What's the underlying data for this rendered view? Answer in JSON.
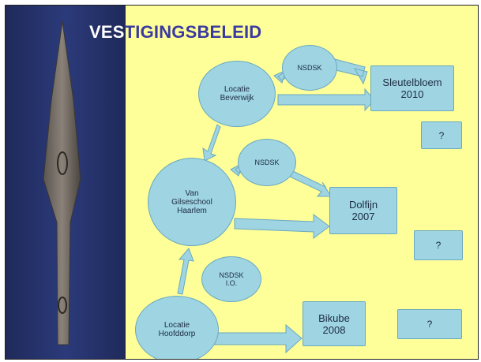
{
  "slide": {
    "title_part1": "VES",
    "title_part2": "TIGINGSBELEID"
  },
  "nodes": {
    "locatie_beverwijk": "Locatie\nBeverwijk",
    "nsdsk_top": "NSDSK",
    "sleutelbloem": "Sleutelbloem\n2010",
    "question_1": "?",
    "nsdsk_middle": "NSDSK",
    "van_gilseschool": "Van\nGilseschool\nHaarlem",
    "dolfijn": "Dolfijn\n2007",
    "question_2": "?",
    "nsdsk_io": "NSDSK\nI.O.",
    "locatie_hoofddorp": "Locatie\nHoofddorp",
    "bikube": "Bikube\n2008",
    "question_3": "?"
  },
  "colors": {
    "slide_background": "#ffff99",
    "node_fill": "#9fd4e2",
    "node_border": "#6aa9bf",
    "title": "#3a3aa0"
  }
}
